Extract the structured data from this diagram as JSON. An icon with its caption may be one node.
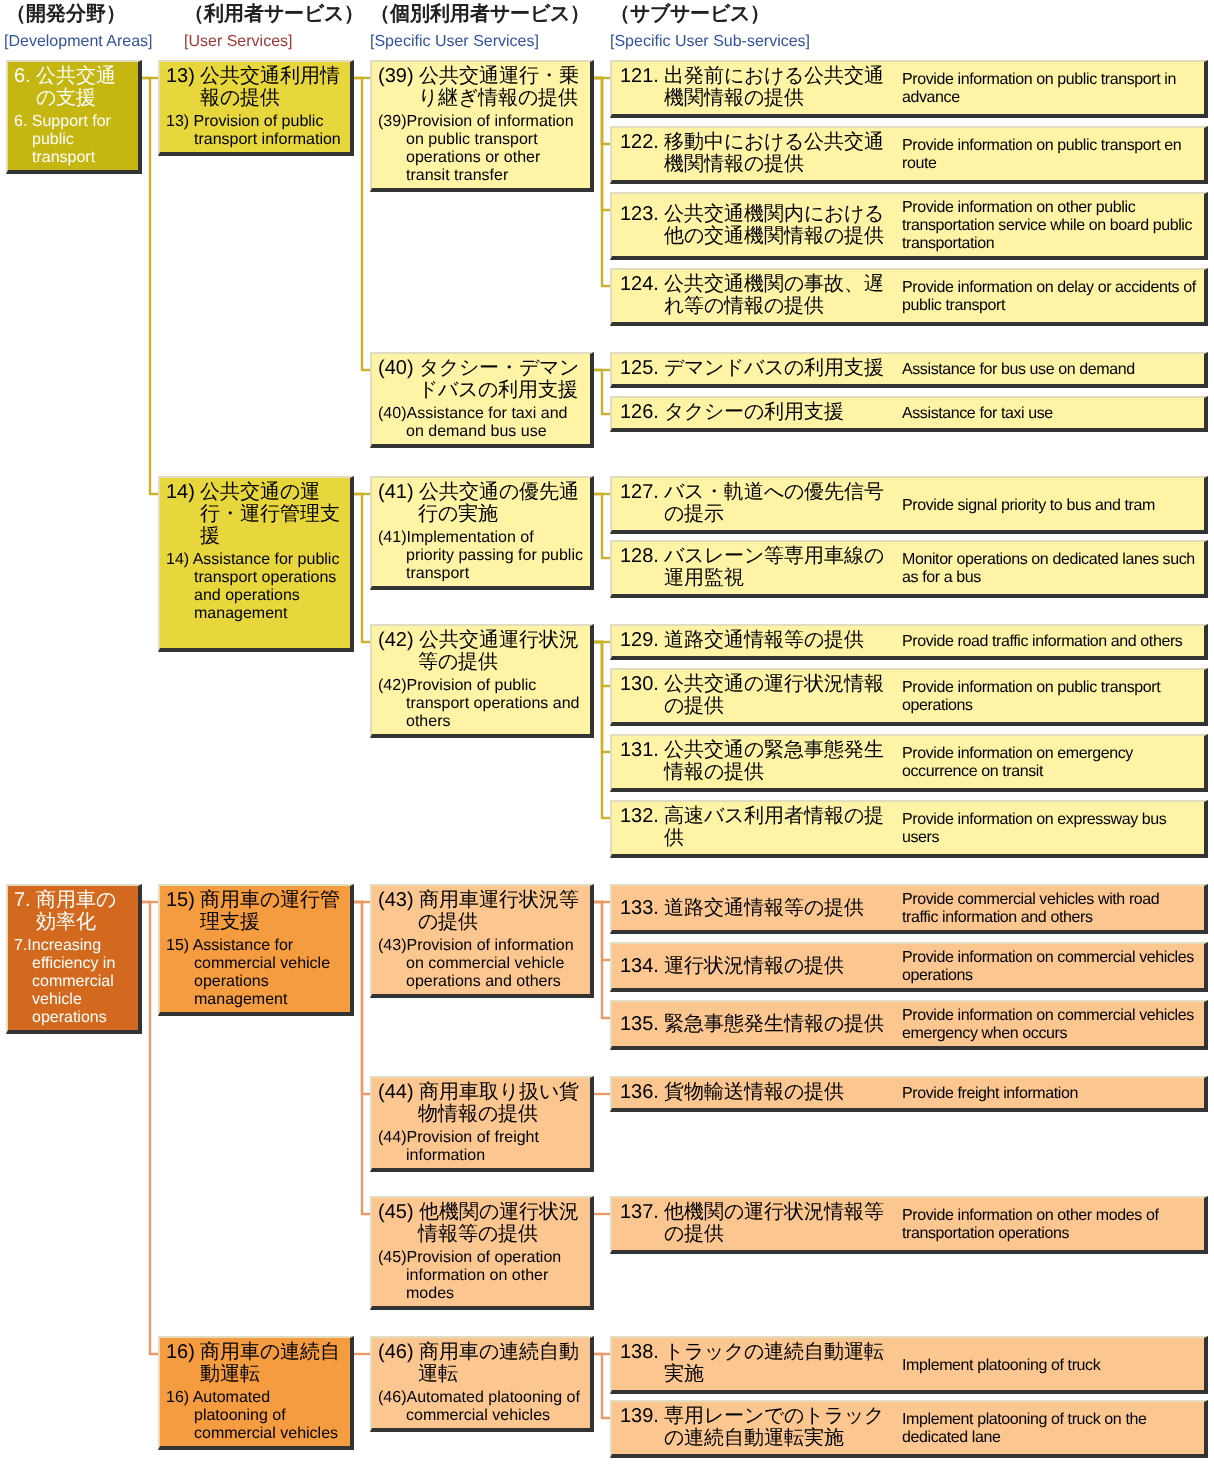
{
  "diagram": {
    "nodes": [
      {
        "text": [
          "6. 公共交通の支援",
          "6. Support for public transport"
        ]
      },
      {
        "text": [
          "13) 公共交通利用情報の提供",
          "13) Provision of public transport information"
        ]
      },
      {
        "text": [
          "(39) 公共交通運行・乗り継ぎ情報の提供",
          "(39)Provision of information on public transport operations or other transit transfer"
        ]
      },
      {
        "text": [
          "121. 出発前における公共交通機関情報の提供",
          "Provide information on public transport in advance"
        ]
      },
      {
        "text": [
          "122. 移動中における公共交通機関情報の提供",
          "Provide information on public transport en route"
        ]
      },
      {
        "text": [
          "123. 公共交通機関内における他の交通機関情報の提供",
          "Provide information on other public transportation service while on board public transportation"
        ]
      },
      {
        "text": [
          "124. 公共交通機関の事故、遅れ等の情報の提供",
          "Provide information on delay or accidents of public transport"
        ]
      },
      {
        "text": [
          "(40) タクシー・デマンドバスの利用支援",
          "(40)Assistance for taxi and on demand bus use"
        ]
      },
      {
        "text": [
          "125. デマンドバスの利用支援",
          "Assistance for bus use on demand"
        ]
      },
      {
        "text": [
          "126. タクシーの利用支援",
          "Assistance for taxi use"
        ]
      },
      {
        "text": [
          "14) 公共交通の運行・運行管理支援",
          "14) Assistance for public transport operations and operations management"
        ]
      },
      {
        "text": [
          "(41) 公共交通の優先通行の実施",
          "(41)Implementation of priority passing for public transport"
        ]
      },
      {
        "text": [
          "127. バス・軌道への優先信号の提示",
          "Provide signal priority to bus and tram"
        ]
      },
      {
        "text": [
          "128. バスレーン等専用車線の運用監視",
          "Monitor operations on dedicated lanes such as for a bus"
        ]
      },
      {
        "text": [
          "(42) 公共交通運行状況等の提供",
          "(42)Provision of public transport operations and others"
        ]
      },
      {
        "text": [
          "129. 道路交通情報等の提供",
          "Provide road traffic information and others"
        ]
      },
      {
        "text": [
          "130. 公共交通の運行状況情報の提供",
          "Provide information on public transport operations"
        ]
      },
      {
        "text": [
          "131. 公共交通の緊急事態発生情報の提供",
          "Provide information on emergency occurrence on transit"
        ]
      },
      {
        "text": [
          "132. 高速バス利用者情報の提供",
          "Provide information on expressway bus users"
        ]
      },
      {
        "text": [
          "7. 商用車の効率化",
          "7.Increasing efficiency in commercial vehicle operations"
        ]
      },
      {
        "text": [
          "15) 商用車の運行管理支援",
          "15) Assistance for commercial vehicle operations management"
        ]
      },
      {
        "text": [
          "(43) 商用車運行状況等の提供",
          "(43)Provision of information on commercial vehicle operations and others"
        ]
      },
      {
        "text": [
          "133. 道路交通情報等の提供",
          "Provide commercial vehicles with road traffic information and others"
        ]
      },
      {
        "text": [
          "134. 運行状況情報の提供",
          "Provide information on commercial vehicles operations"
        ]
      },
      {
        "text": [
          "135. 緊急事態発生情報の提供",
          "Provide information on commercial vehicles emergency when occurs"
        ]
      },
      {
        "text": [
          "(44) 商用車取り扱い貨物情報の提供",
          "(44)Provision of freight information"
        ]
      },
      {
        "text": [
          "136. 貨物輸送情報の提供",
          "Provide freight information"
        ]
      },
      {
        "text": [
          "(45) 他機関の運行状況情報等の提供",
          "(45)Provision of operation information on other modes"
        ]
      },
      {
        "text": [
          "137. 他機関の運行状況情報等の提供",
          "Provide information on other modes of transportation operations"
        ]
      },
      {
        "text": [
          "16) 商用車の連続自動運転",
          "16) Automated platooning of commercial vehicles"
        ]
      },
      {
        "text": [
          "(46) 商用車の連続自動運転",
          "(46)Automated platooning of commercial vehicles"
        ]
      },
      {
        "text": [
          "138. トラックの連続自動運転実施",
          "Implement platooning of truck"
        ]
      },
      {
        "text": [
          "139. 専用レーンでのトラックの連続自動運転実施",
          "Implement platooning of truck on the dedicated lane"
        ]
      }
    ],
    "edges": [
      {
        "from": 0,
        "to": 1,
        "arrow": "none"
      },
      {
        "from": 0,
        "to": 10,
        "arrow": "none"
      },
      {
        "from": 1,
        "to": 2,
        "arrow": "none"
      },
      {
        "from": 1,
        "to": 7,
        "arrow": "none"
      },
      {
        "from": 2,
        "to": 3,
        "arrow": "none"
      },
      {
        "from": 2,
        "to": 4,
        "arrow": "none"
      },
      {
        "from": 2,
        "to": 5,
        "arrow": "none"
      },
      {
        "from": 2,
        "to": 6,
        "arrow": "none"
      },
      {
        "from": 7,
        "to": 8,
        "arrow": "none"
      },
      {
        "from": 7,
        "to": 9,
        "arrow": "none"
      },
      {
        "from": 10,
        "to": 11,
        "arrow": "none"
      },
      {
        "from": 10,
        "to": 14,
        "arrow": "none"
      },
      {
        "from": 11,
        "to": 12,
        "arrow": "none"
      },
      {
        "from": 11,
        "to": 13,
        "arrow": "none"
      },
      {
        "from": 14,
        "to": 15,
        "arrow": "none"
      },
      {
        "from": 14,
        "to": 16,
        "arrow": "none"
      },
      {
        "from": 14,
        "to": 17,
        "arrow": "none"
      },
      {
        "from": 14,
        "to": 18,
        "arrow": "none"
      },
      {
        "from": 19,
        "to": 20,
        "arrow": "none",
        "color": "#e89a6c"
      },
      {
        "from": 19,
        "to": 29,
        "arrow": "none",
        "color": "#e89a6c"
      },
      {
        "from": 20,
        "to": 21,
        "arrow": "none",
        "color": "#e89a6c"
      },
      {
        "from": 20,
        "to": 25,
        "arrow": "none",
        "color": "#e89a6c"
      },
      {
        "from": 20,
        "to": 27,
        "arrow": "none",
        "color": "#e89a6c"
      },
      {
        "from": 21,
        "to": 22,
        "arrow": "none",
        "color": "#e89a6c"
      },
      {
        "from": 21,
        "to": 23,
        "arrow": "none",
        "color": "#e89a6c"
      },
      {
        "from": 21,
        "to": 24,
        "arrow": "none",
        "color": "#e89a6c"
      },
      {
        "from": 25,
        "to": 26,
        "arrow": "none",
        "color": "#e89a6c"
      },
      {
        "from": 27,
        "to": 28,
        "arrow": "none",
        "color": "#e89a6c"
      },
      {
        "from": 29,
        "to": 30,
        "arrow": "none",
        "color": "#e89a6c"
      },
      {
        "from": 30,
        "to": 31,
        "arrow": "none",
        "color": "#e89a6c"
      },
      {
        "from": 30,
        "to": 32,
        "arrow": "none",
        "color": "#e89a6c"
      }
    ],
    "labels": [
      "（開発分野）",
      "（利用者サービス）",
      "（個別利用者サービス）",
      "（サブサービス）",
      "[Development Areas]",
      "[User Services]",
      "[Specific User Services]",
      "[Specific User Sub-services]"
    ]
  }
}
